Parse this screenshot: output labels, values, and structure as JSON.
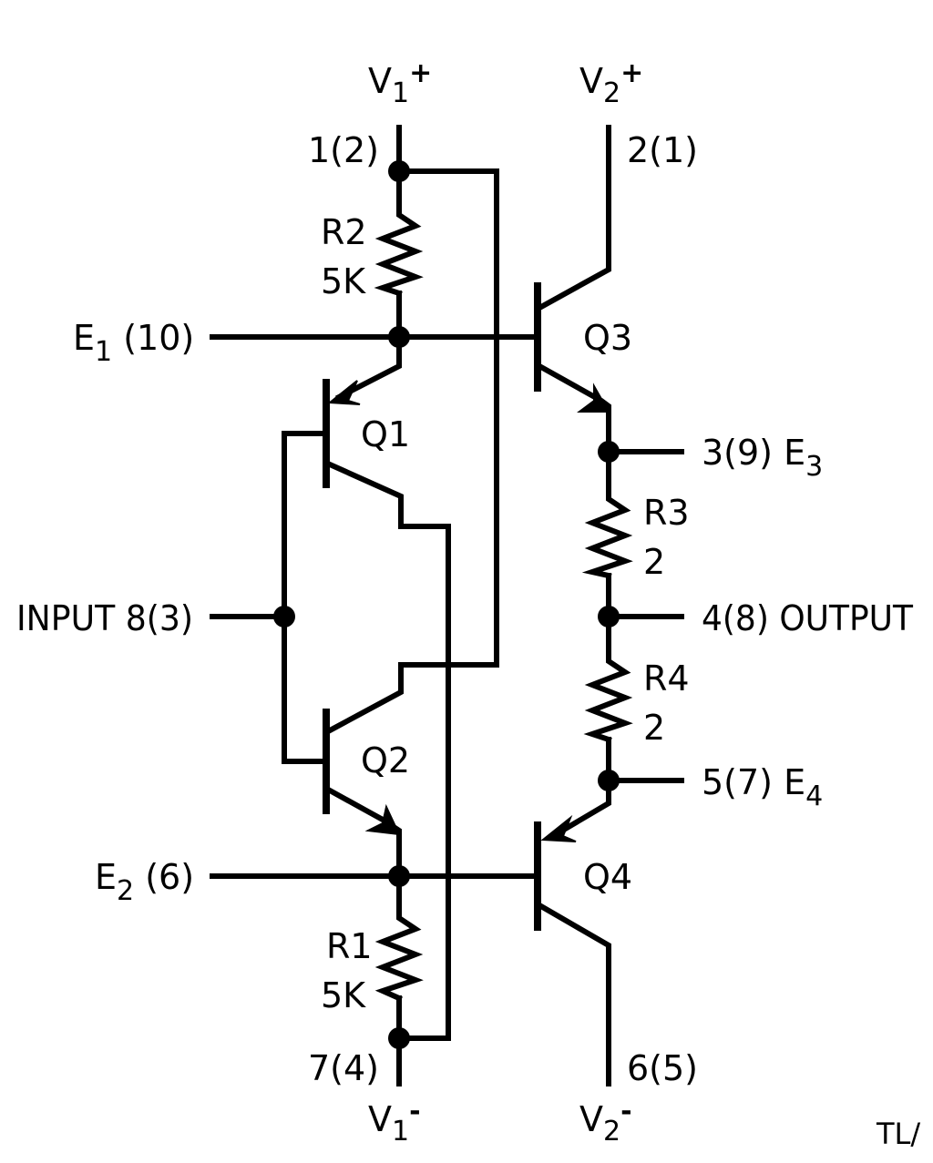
{
  "labels": {
    "v1_plus": {
      "main": "V",
      "sub": "1",
      "sup": "+"
    },
    "v2_plus": {
      "main": "V",
      "sub": "2",
      "sup": "+"
    },
    "v1_minus": {
      "main": "V",
      "sub": "1",
      "sup": "-"
    },
    "v2_minus": {
      "main": "V",
      "sub": "2",
      "sup": "-"
    },
    "pin_1_2": "1(2)",
    "pin_2_1": "2(1)",
    "pin_7_4": "7(4)",
    "pin_6_5": "6(5)",
    "r2_name": "R2",
    "r2_value": "5K",
    "r1_name": "R1",
    "r1_value": "5K",
    "r3_name": "R3",
    "r3_value": "2",
    "r4_name": "R4",
    "r4_value": "2",
    "e1": {
      "main": "E",
      "sub": "1",
      "pin": " (10)"
    },
    "e2": {
      "main": "E",
      "sub": "2",
      "pin": " (6)"
    },
    "e3": {
      "pin": "3(9) ",
      "main": "E",
      "sub": "3"
    },
    "e4": {
      "pin": "5(7) ",
      "main": "E",
      "sub": "4"
    },
    "input": "INPUT 8(3)",
    "output": "4(8) OUTPUT",
    "q1": "Q1",
    "q2": "Q2",
    "q3": "Q3",
    "q4": "Q4",
    "footer": "TL/"
  }
}
